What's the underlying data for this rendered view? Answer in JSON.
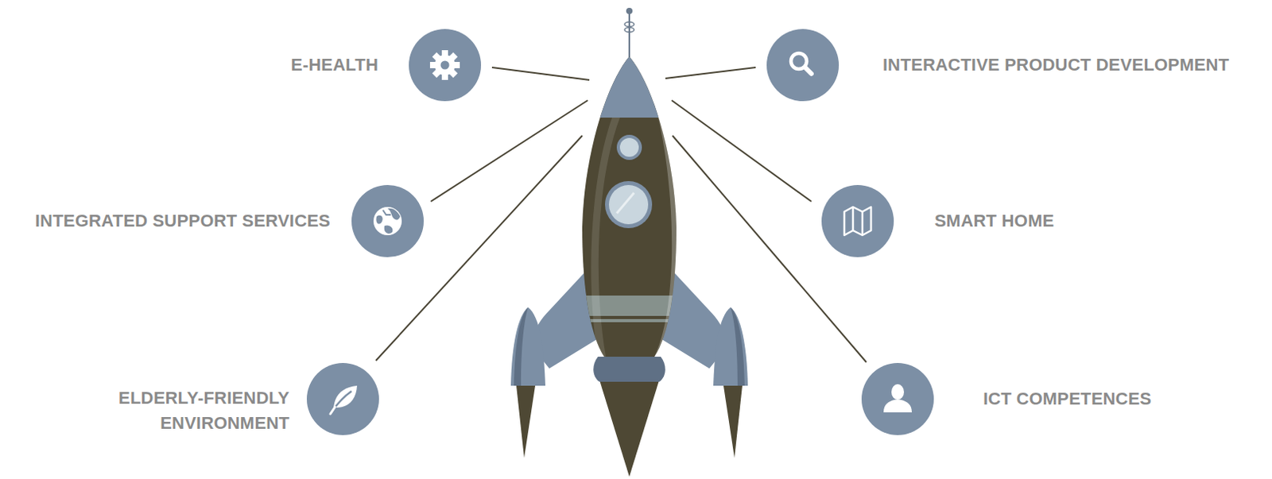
{
  "diagram": {
    "nodes": [
      {
        "text": [
          "E-HEALTH"
        ]
      },
      {
        "text": [
          "INTERACTIVE PRODUCT DEVELOPMENT"
        ]
      },
      {
        "text": [
          "INTEGRATED SUPPORT SERVICES"
        ]
      },
      {
        "text": [
          "SMART HOME"
        ]
      },
      {
        "text": [
          "ELDERLY-FRIENDLY ENVIRONMENT"
        ]
      },
      {
        "text": [
          "ICT COMPETENCES"
        ]
      }
    ]
  }
}
